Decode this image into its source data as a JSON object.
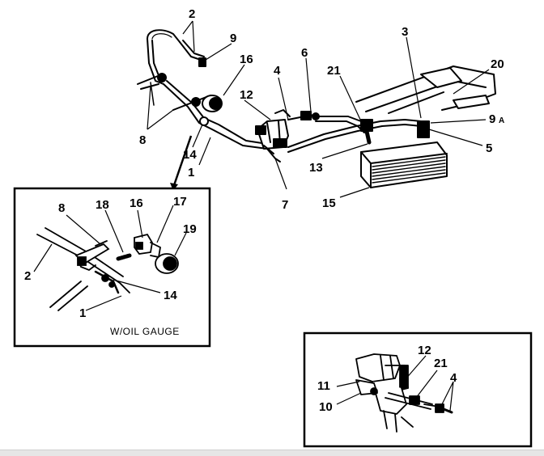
{
  "diagram": {
    "main_callouts": {
      "c2": "2",
      "c9": "9",
      "c16": "16",
      "c4": "4",
      "c6": "6",
      "c21": "21",
      "c3": "3",
      "c20": "20",
      "c12": "12",
      "c9a_num": "9",
      "c9a_suffix": "A",
      "c5": "5",
      "c13": "13",
      "c8": "8",
      "c14": "14",
      "c1": "1",
      "c7": "7",
      "c15": "15"
    },
    "inset_oil_gauge": {
      "label": "W/OIL GAUGE",
      "callouts": {
        "c8": "8",
        "c18": "18",
        "c16": "16",
        "c17": "17",
        "c19": "19",
        "c2": "2",
        "c14": "14",
        "c1": "1"
      }
    },
    "inset_pump": {
      "callouts": {
        "c12": "12",
        "c21": "21",
        "c11": "11",
        "c10": "10",
        "c4": "4"
      }
    }
  },
  "footer": {
    "status_text": ""
  }
}
